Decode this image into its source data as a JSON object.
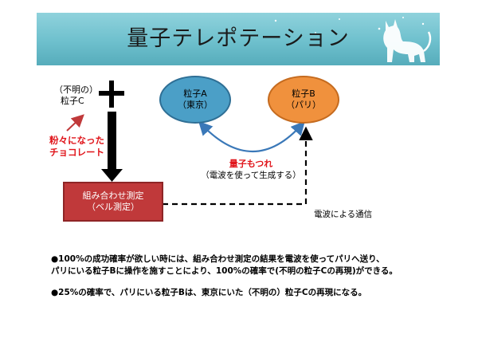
{
  "header": {
    "title": "量子テレポテーション"
  },
  "particle_c": {
    "line1": "（不明の）",
    "line2": "粒子C"
  },
  "broken_chocolate": {
    "line1": "粉々になった",
    "line2": "チョコレート"
  },
  "particle_a": {
    "line1": "粒子A",
    "line2": "（東京）"
  },
  "particle_b": {
    "line1": "粒子B",
    "line2": "（パリ）"
  },
  "entanglement": {
    "label": "量子もつれ",
    "note": "（電波を使って生成する）"
  },
  "measurement": {
    "line1": "組み合わせ測定",
    "line2": "（ベル測定）"
  },
  "radio_link": {
    "label": "電波による通信"
  },
  "body": {
    "para1_line1": "●100%の成功確率が欲しい時には、組み合わせ測定の結果を電波を使ってパリへ送り、",
    "para1_line2": "パリにいる粒子Bに操作を施すことにより、100%の確率で(不明の粒子Cの再現)ができる。",
    "para2": "●25%の確率で、パリにいる粒子Bは、東京にいた（不明の）粒子Cの再現になる。"
  },
  "colors": {
    "banner": "#6ec0cd",
    "particle_a": "#4b9fc7",
    "particle_b": "#f0913d",
    "measurement_box": "#c0393a",
    "entanglement_arrow": "#3a78b8",
    "accent_red": "#e0141a"
  }
}
